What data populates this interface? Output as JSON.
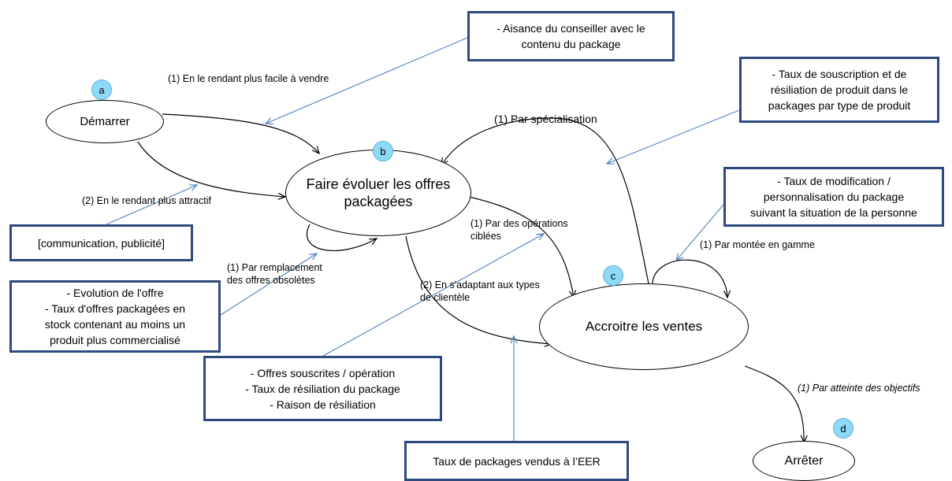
{
  "states": {
    "a": {
      "badge": "a",
      "label": "Démarrer"
    },
    "b": {
      "badge": "b",
      "label_lines": [
        "Faire évoluer les offres",
        "packagées"
      ]
    },
    "c": {
      "badge": "c",
      "label": "Accroitre les ventes"
    },
    "d": {
      "badge": "d",
      "label": "Arrêter"
    }
  },
  "transitions": {
    "t1": "(1) En le rendant plus facile à vendre",
    "t2": "(2) En le rendant plus attractif",
    "t3": [
      "(1) Par remplacement",
      "des offres obsolètes"
    ],
    "t4": "(1) Par spécialisation",
    "t5": [
      "(1) Par des opérations",
      "ciblées"
    ],
    "t6": [
      "(2)  En s'adaptant  aux types",
      "de clientèle"
    ],
    "t7": "(1) Par montée en gamme",
    "t8": "(1) Par atteinte  des objectifs"
  },
  "indicators": {
    "conseiller": [
      "- Aisance du conseiller avec le",
      "contenu du package"
    ],
    "souscription": [
      "- Taux de souscription et de",
      "résiliation de produit dans le",
      "packages par type de produit"
    ],
    "modification": [
      "- Taux de modification /",
      "personnalisation du package",
      "suivant la situation de la personne"
    ],
    "communication": [
      "[communication, publicité]"
    ],
    "evolution": [
      "- Evolution de l'offre",
      "- Taux d'offres packagées en",
      "stock contenant au moins un",
      "produit plus commercialisé"
    ],
    "offres": [
      "- Offres souscrites / opération",
      "- Taux  de résiliation du package",
      "- Raison de résiliation"
    ],
    "eer": [
      "Taux de packages vendus à l’EER"
    ]
  },
  "colors": {
    "box_border": "#2e4a7d",
    "indicator_line": "#4f81bd",
    "badge_fill": "#8edaf6"
  }
}
